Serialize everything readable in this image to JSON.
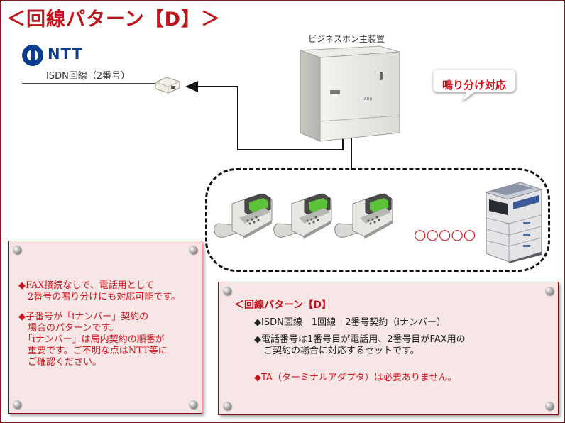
{
  "title": "＜回線パターン【D】＞",
  "ntt": {
    "brand": "NTT",
    "line_label": "ISDN回線（2番号）"
  },
  "pbx": {
    "label": "ビジネスホン主装置"
  },
  "bubble": {
    "text": "鳴り分け対応"
  },
  "devices": {
    "phone_count": 3,
    "fax_label": "○○○○○"
  },
  "left_panel": {
    "lines": [
      "◆FAX接続なしで、電話用として",
      "　2番号の鳴り分けにも対応可能です。",
      "",
      "◆子番号が「iナンバー」契約の",
      "　場合のパターンです。",
      "　「iナンバー」は局内契約の順番が",
      "　重要です。ご不明な点はNTT等に",
      "　ご確認ください。"
    ]
  },
  "right_panel": {
    "title": "＜回線パターン【D】",
    "item1": "◆ISDN回線　1回線　2番号契約（iナンバー）",
    "item2_line1": "◆電話番号は1番号目が電話用、2番号目がFAX用の",
    "item2_line2": "　ご契約の場合に対応するセットです。",
    "note": "◆TA（ターミナルアダプタ）は必要ありません。"
  },
  "colors": {
    "accent_red": "#d0141c",
    "ntt_blue": "#0a3c8f",
    "panel_bg": "#f6e6e6",
    "frame": "#8a1a1a"
  }
}
